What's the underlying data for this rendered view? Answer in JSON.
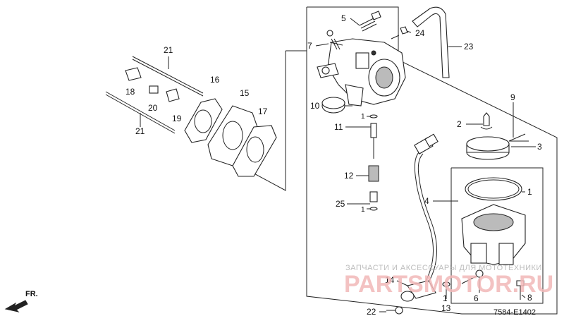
{
  "callouts": {
    "c1a": "1",
    "c1b": "1",
    "c1c": "1",
    "c1d": "1",
    "c2": "2",
    "c3": "3",
    "c4": "4",
    "c5": "5",
    "c6": "6",
    "c7": "7",
    "c8": "8",
    "c9": "9",
    "c10": "10",
    "c11": "11",
    "c12": "12",
    "c13": "13",
    "c14": "14",
    "c15": "15",
    "c16": "16",
    "c17": "17",
    "c18": "18",
    "c19": "19",
    "c20": "20",
    "c21a": "21",
    "c21b": "21",
    "c22": "22",
    "c23": "23",
    "c24": "24",
    "c25": "25"
  },
  "direction_label": "FR.",
  "diagram_code": "7584-E1402",
  "watermark": {
    "line1": "ЗАПЧАСТИ И АКСЕССУАРЫ ДЛЯ МОТОТЕХНИКИ",
    "line2": "PARTSMOTOR.RU"
  },
  "colors": {
    "line": "#222222",
    "watermark_text": "#bdbdbd",
    "watermark_logo": "#f2b8b8"
  },
  "icons": [
    "front-direction-arrow-icon"
  ]
}
